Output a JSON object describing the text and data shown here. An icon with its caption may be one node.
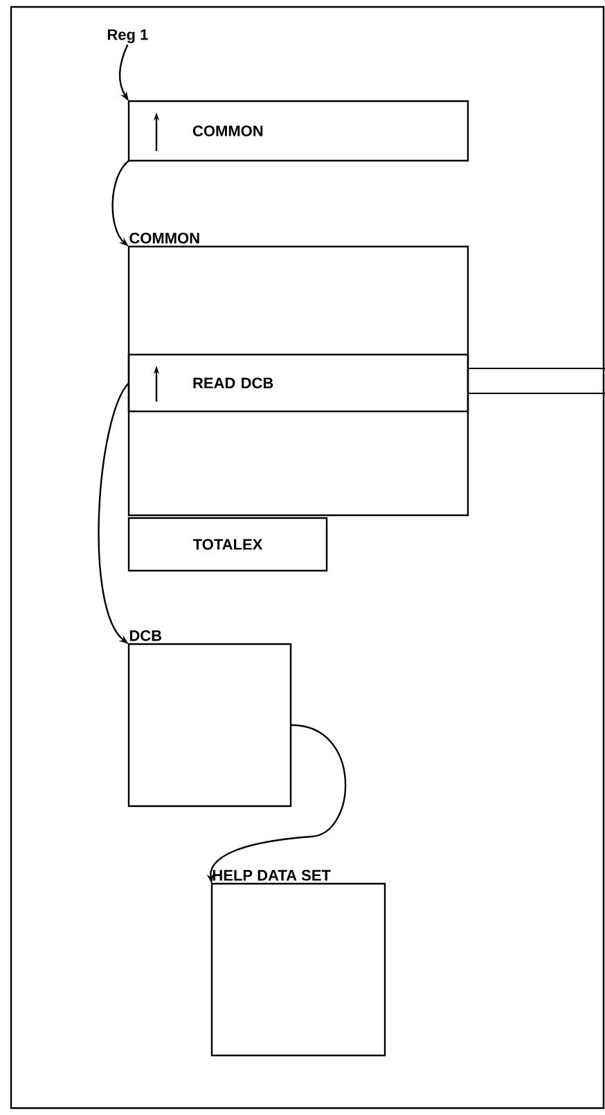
{
  "diagram": {
    "nodes": [
      {
        "text": [
          "Reg 1"
        ]
      },
      {
        "text": [
          "COMMON"
        ]
      },
      {
        "text": [
          "COMMON"
        ]
      },
      {
        "text": [
          "READ DCB"
        ],
        "in": 2
      },
      {
        "text": [
          "TOTALEX"
        ]
      },
      {
        "text": [
          "DCB"
        ]
      },
      {
        "text": [
          "HELP DATA SET"
        ]
      }
    ],
    "edges": [
      {
        "from": 0,
        "to": 1,
        "arrow": "to"
      },
      {
        "from": 1,
        "to": 2,
        "arrow": "to"
      },
      {
        "from": 3,
        "to": 5,
        "arrow": "to"
      },
      {
        "from": 5,
        "to": 6,
        "arrow": "to"
      }
    ]
  }
}
